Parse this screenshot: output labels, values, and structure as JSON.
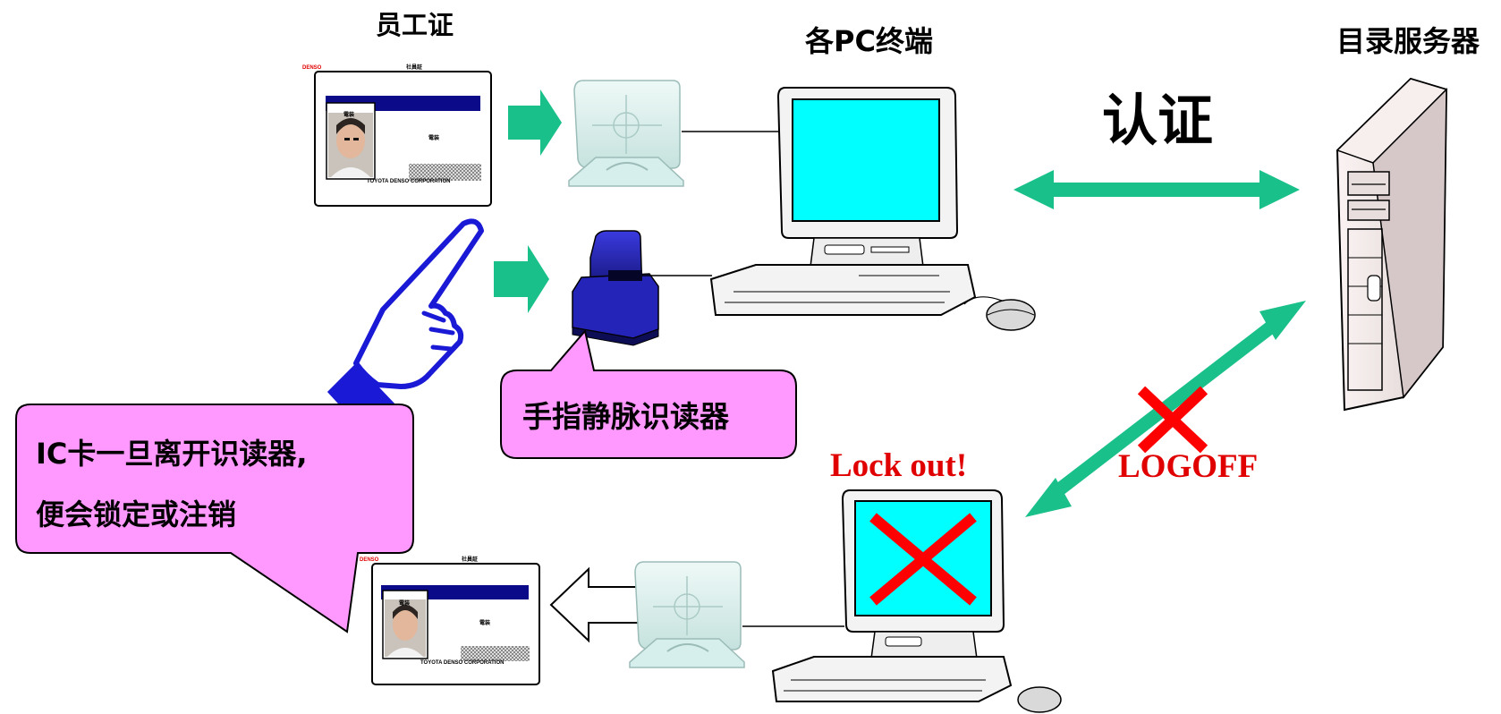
{
  "labels": {
    "employee_card": "员工证",
    "pc_terminal": "各PC终端",
    "directory_server": "目录服务器",
    "authentication": "认证",
    "finger_vein_reader": "手指静脉识读器",
    "lock_out": "Lock out!",
    "logoff": "LOGOFF",
    "ic_notice_line1": "IC卡一旦离开识读器,",
    "ic_notice_line2": "便会锁定或注销"
  },
  "card": {
    "brand": "DENSO",
    "header": "社員証",
    "name": "電装",
    "company": "TOYOTA DENSO CORPORATION"
  },
  "colors": {
    "arrow_green": "#19c08a",
    "screen_cyan": "#00ffff",
    "callout_pink": "#ff99ff",
    "hand_blue": "#1a1ad6",
    "x_red": "#ff0000",
    "label_red": "#e00000",
    "card_band": "#0b0b8a"
  }
}
